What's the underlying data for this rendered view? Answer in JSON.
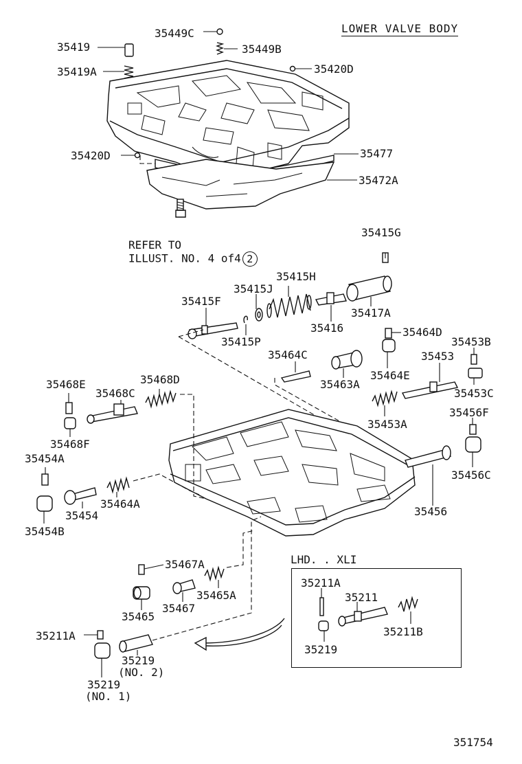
{
  "title": "LOWER VALVE BODY",
  "figure_number": "351754",
  "refer_note": {
    "line1": "REFER TO",
    "line2": "ILLUST. NO. 4 of4",
    "circled": "2"
  },
  "inset_title": "LHD. . XLI",
  "labels": {
    "p35449C": "35449C",
    "p35449B": "35449B",
    "p35419": "35419",
    "p35419A": "35419A",
    "p35420D_top": "35420D",
    "p35420D_left": "35420D",
    "p35477": "35477",
    "p35472A": "35472A",
    "p35415G": "35415G",
    "p35415H": "35415H",
    "p35415J": "35415J",
    "p35415F": "35415F",
    "p35416": "35416",
    "p35417A": "35417A",
    "p35415P": "35415P",
    "p35464D": "35464D",
    "p35464C": "35464C",
    "p35453B": "35453B",
    "p35453": "35453",
    "p35463A": "35463A",
    "p35464E": "35464E",
    "p35453C": "35453C",
    "p35468E": "35468E",
    "p35468D": "35468D",
    "p35468C": "35468C",
    "p35453A": "35453A",
    "p35456F": "35456F",
    "p35468F": "35468F",
    "p35454A": "35454A",
    "p35456C": "35456C",
    "p35464A": "35464A",
    "p35454": "35454",
    "p35454B": "35454B",
    "p35456": "35456",
    "p35467A": "35467A",
    "p35465A": "35465A",
    "p35465": "35465",
    "p35467": "35467",
    "p35211A_main": "35211A",
    "p35219_no2": "35219",
    "no2": "(NO. 2)",
    "p35219_no1": "35219",
    "no1": "(NO. 1)",
    "inset_35211A": "35211A",
    "inset_35211": "35211",
    "inset_35219": "35219",
    "inset_35211B": "35211B"
  }
}
